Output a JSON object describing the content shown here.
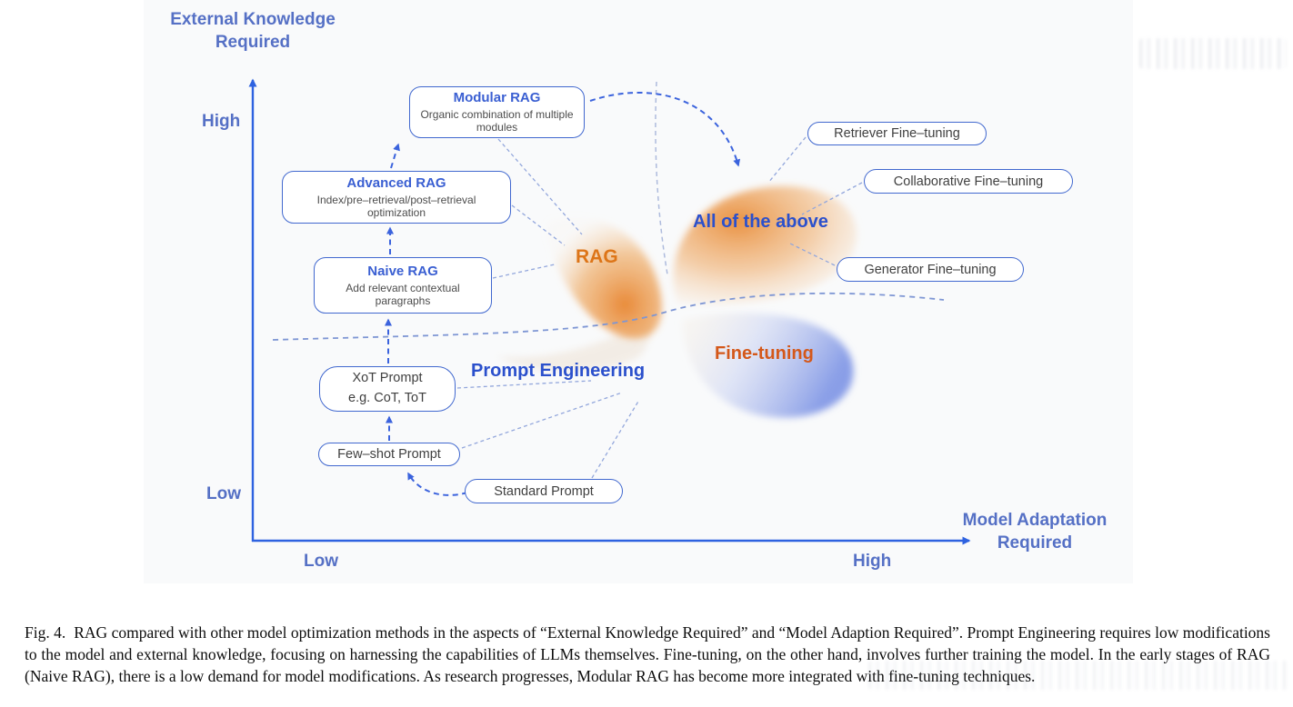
{
  "figure": {
    "y_axis": {
      "title": [
        "External Knowledge",
        "Required"
      ],
      "high": "High",
      "low": "Low"
    },
    "x_axis": {
      "low": "Low",
      "high": "High",
      "title": [
        "Model Adaptation",
        "Required"
      ]
    },
    "boxes": {
      "modular_rag": {
        "title": "Modular RAG",
        "subtitle": "Organic combination of multiple modules"
      },
      "advanced_rag": {
        "title": "Advanced RAG",
        "subtitle": "Index/pre–retrieval/post–retrieval optimization"
      },
      "naive_rag": {
        "title": "Naive RAG",
        "subtitle": "Add relevant contextual paragraphs"
      },
      "xot_prompt": {
        "line1": "XoT Prompt",
        "line2": "e.g. CoT, ToT"
      },
      "few_shot_prompt": {
        "label": "Few–shot Prompt"
      },
      "standard_prompt": {
        "label": "Standard Prompt"
      },
      "retriever_finetuning": {
        "label": "Retriever Fine–tuning"
      },
      "collaborative_finetuning": {
        "label": "Collaborative Fine–tuning"
      },
      "generator_finetuning": {
        "label": "Generator Fine–tuning"
      }
    },
    "region_labels": {
      "rag": "RAG",
      "all_of_the_above": "All of the above",
      "fine_tuning": "Fine-tuning",
      "prompt_engineering": "Prompt Engineering"
    },
    "colors": {
      "axis-blue": "#2e62e0",
      "axis-label-blue": "#5570c5",
      "box-border-blue": "#4168cf",
      "box-title-blue": "#3a5fd2",
      "region-blue": "#2b50cc",
      "rag-orange": "#dd7518",
      "finetune-orange": "#d4581a",
      "arrow-blue": "#3b63dd",
      "connector-blue": "#93a7dc"
    }
  },
  "caption": {
    "label": "Fig. 4.",
    "text": "RAG compared with other model optimization methods in the aspects of “External Knowledge Required” and “Model Adaption Required”. Prompt Engineering requires low modifications to the model and external knowledge, focusing on harnessing the capabilities of LLMs themselves. Fine-tuning, on the other hand, involves further training the model. In the early stages of RAG (Naive RAG), there is a low demand for model modifications. As research progresses, Modular RAG has become more integrated with fine-tuning techniques."
  }
}
